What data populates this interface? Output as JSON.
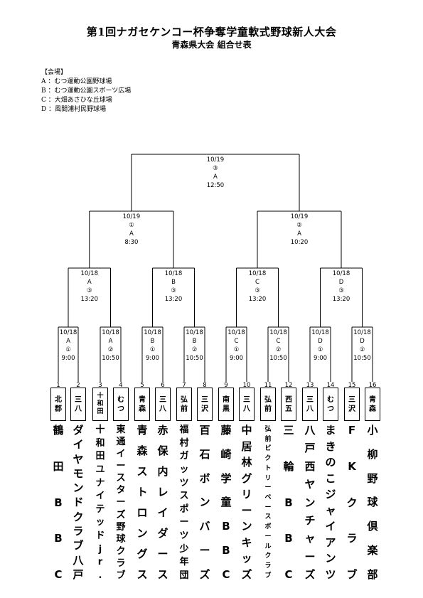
{
  "title": "第1回ナガセケンコー杯争奪学童軟式野球新人大会",
  "subtitle": "青森県大会 組合せ表",
  "venues_header": "【会場】",
  "venues": [
    "A ：むつ運動公園野球場",
    "B ：むつ運動公園スポーツ広場",
    "C ：大畑あさひな丘球場",
    "D ：風間浦村民野球場"
  ],
  "final": {
    "date": "10/19",
    "num": "③",
    "venue": "A",
    "time": "12:50"
  },
  "semis": [
    {
      "date": "10/19",
      "num": "①",
      "venue": "A",
      "time": "8:30"
    },
    {
      "date": "10/19",
      "num": "②",
      "venue": "A",
      "time": "10:20"
    }
  ],
  "quarters": [
    {
      "date": "10/18",
      "venue": "A",
      "num": "③",
      "time": "13:20"
    },
    {
      "date": "10/18",
      "venue": "B",
      "num": "③",
      "time": "13:20"
    },
    {
      "date": "10/18",
      "venue": "C",
      "num": "③",
      "time": "13:20"
    },
    {
      "date": "10/18",
      "venue": "D",
      "num": "③",
      "time": "13:20"
    }
  ],
  "first_round": [
    {
      "date": "10/18",
      "venue": "A",
      "num": "①",
      "time": "9:00"
    },
    {
      "date": "10/18",
      "venue": "A",
      "num": "②",
      "time": "10:50"
    },
    {
      "date": "10/18",
      "venue": "B",
      "num": "①",
      "time": "9:00"
    },
    {
      "date": "10/18",
      "venue": "B",
      "num": "②",
      "time": "10:50"
    },
    {
      "date": "10/18",
      "venue": "C",
      "num": "①",
      "time": "9:00"
    },
    {
      "date": "10/18",
      "venue": "C",
      "num": "②",
      "time": "10:50"
    },
    {
      "date": "10/18",
      "venue": "D",
      "num": "①",
      "time": "9:00"
    },
    {
      "date": "10/18",
      "venue": "D",
      "num": "②",
      "time": "10:50"
    }
  ],
  "teams": [
    {
      "no": "1",
      "area": "北郡",
      "name": "鶴田BBC"
    },
    {
      "no": "2",
      "area": "三八",
      "name": "ダイヤモンドクラブ八戸"
    },
    {
      "no": "3",
      "area": "十和田",
      "name": "十和田ユナイテッドjr."
    },
    {
      "no": "4",
      "area": "むつ",
      "name": "東通イースターズ野球クラブ"
    },
    {
      "no": "5",
      "area": "青森",
      "name": "青森ストロングス"
    },
    {
      "no": "6",
      "area": "三八",
      "name": "赤保内レイダース"
    },
    {
      "no": "7",
      "area": "弘前",
      "name": "福村ガッツスポーツ少年団"
    },
    {
      "no": "8",
      "area": "三沢",
      "name": "百石ボンバーズ"
    },
    {
      "no": "9",
      "area": "南黒",
      "name": "藤崎学童BBC"
    },
    {
      "no": "10",
      "area": "三八",
      "name": "中居林グリーンキッズ"
    },
    {
      "no": "11",
      "area": "弘前",
      "name": "弘前ビクトリーベースボールクラブ"
    },
    {
      "no": "12",
      "area": "西五",
      "name": "三輪BBC"
    },
    {
      "no": "13",
      "area": "三八",
      "name": "八戸西ヤンチャーズ"
    },
    {
      "no": "14",
      "area": "むつ",
      "name": "まきのこジャイアンツ"
    },
    {
      "no": "15",
      "area": "三沢",
      "name": "FKクラブ"
    },
    {
      "no": "16",
      "area": "青森",
      "name": "小柳野球倶楽部"
    }
  ]
}
